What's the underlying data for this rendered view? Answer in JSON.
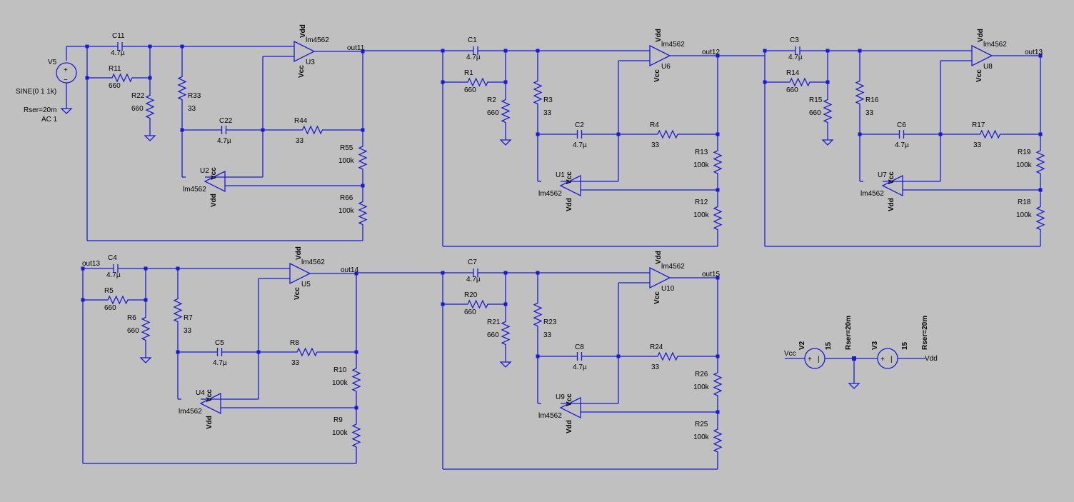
{
  "colors": {
    "background": "#c0c0c0",
    "wire": "#1a1ad6",
    "text": "#000000"
  },
  "source": {
    "name": "V5",
    "line1": "SINE(0 1 1k)",
    "line2": "Rser=20m",
    "line3": "AC 1"
  },
  "stages": [
    {
      "cin": "C11",
      "cval": "4.7µ",
      "ra": "R11",
      "raval": "660",
      "rb": "R22",
      "rbval": "660",
      "rc": "R33",
      "rcval": "33",
      "cf": "C22",
      "cfval": "4.7µ",
      "rd": "R44",
      "rdval": "33",
      "re": "R55",
      "reval": "100k",
      "rf": "R66",
      "rfval": "100k",
      "ua": "U3",
      "ub": "U2",
      "model": "lm4562",
      "model2": "lm4562",
      "net": "out11",
      "inNet": ""
    },
    {
      "cin": "C1",
      "cval": "4.7µ",
      "ra": "R1",
      "raval": "660",
      "rb": "R2",
      "rbval": "660",
      "rc": "R3",
      "rcval": "33",
      "cf": "C2",
      "cfval": "4.7µ",
      "rd": "R4",
      "rdval": "33",
      "re": "R13",
      "reval": "100k",
      "rf": "R12",
      "rfval": "100k",
      "ua": "U6",
      "ub": "U1",
      "model": "lm4562",
      "model2": "lm4562",
      "net": "out12",
      "inNet": ""
    },
    {
      "cin": "C3",
      "cval": "4.7µ",
      "ra": "R14",
      "raval": "660",
      "rb": "R15",
      "rbval": "660",
      "rc": "R16",
      "rcval": "33",
      "cf": "C6",
      "cfval": "4.7µ",
      "rd": "R17",
      "rdval": "33",
      "re": "R19",
      "reval": "100k",
      "rf": "R18",
      "rfval": "100k",
      "ua": "U8",
      "ub": "U7",
      "model": "lm4562",
      "model2": "lm4562",
      "net": "out13",
      "inNet": ""
    },
    {
      "cin": "C4",
      "cval": "4.7µ",
      "ra": "R5",
      "raval": "660",
      "rb": "R6",
      "rbval": "660",
      "rc": "R7",
      "rcval": "33",
      "cf": "C5",
      "cfval": "4.7µ",
      "rd": "R8",
      "rdval": "33",
      "re": "R10",
      "reval": "100k",
      "rf": "R9",
      "rfval": "100k",
      "ua": "U5",
      "ub": "U4",
      "model": "lm4562",
      "model2": "lm4562",
      "net": "out14",
      "inNet": "out13"
    },
    {
      "cin": "C7",
      "cval": "4.7µ",
      "ra": "R20",
      "raval": "660",
      "rb": "R21",
      "rbval": "660",
      "rc": "R23",
      "rcval": "33",
      "cf": "C8",
      "cfval": "4.7µ",
      "rd": "R24",
      "rdval": "33",
      "re": "R26",
      "reval": "100k",
      "rf": "R25",
      "rfval": "100k",
      "ua": "U10",
      "ub": "U9",
      "model": "lm4562",
      "model2": "lm4562",
      "net": "out15",
      "inNet": ""
    }
  ],
  "supply": {
    "v2": "V2",
    "v2val": "15",
    "v2rser": "Rser=20m",
    "v3": "V3",
    "v3val": "15",
    "v3rser": "Rser=20m",
    "vcc": "Vcc",
    "vdd": "Vdd"
  },
  "pins": {
    "vdd": "Vdd",
    "vcc": "Vcc",
    "plus": "+",
    "minus": "−"
  }
}
